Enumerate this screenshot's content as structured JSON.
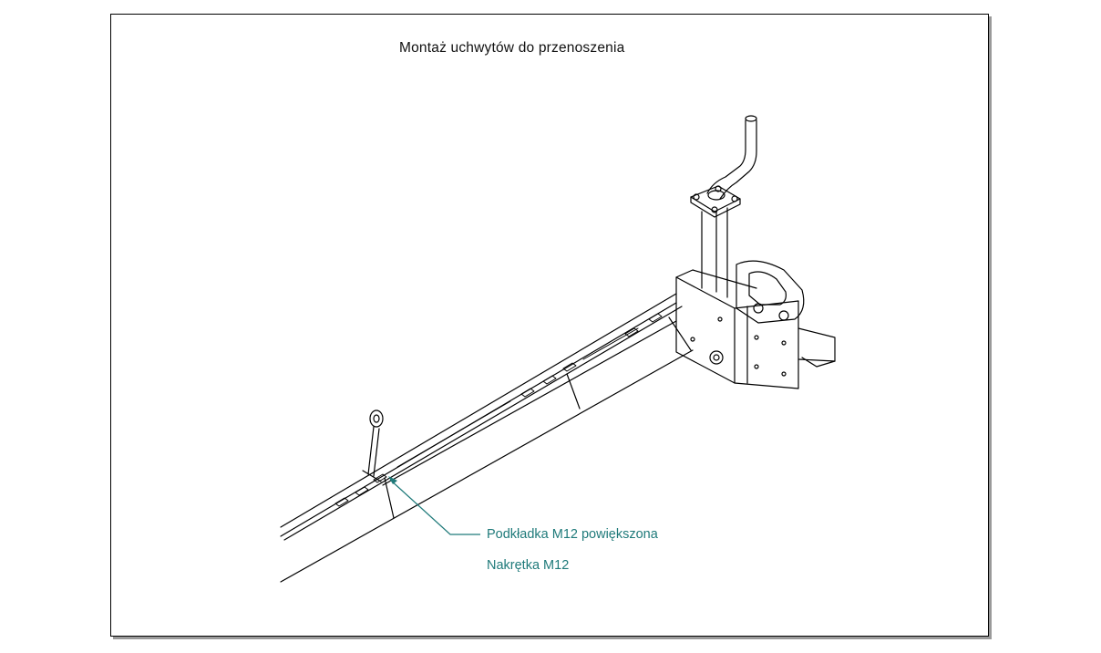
{
  "drawing": {
    "title": "Montaż uchwytów do przenoszenia",
    "callouts": [
      {
        "label": "Podkładka M12 powiększona"
      },
      {
        "label": "Nakrętka M12"
      }
    ],
    "colors": {
      "line": "#000000",
      "callout": "#1f7a7a",
      "frame_shadow": "#9a9a9a"
    }
  }
}
